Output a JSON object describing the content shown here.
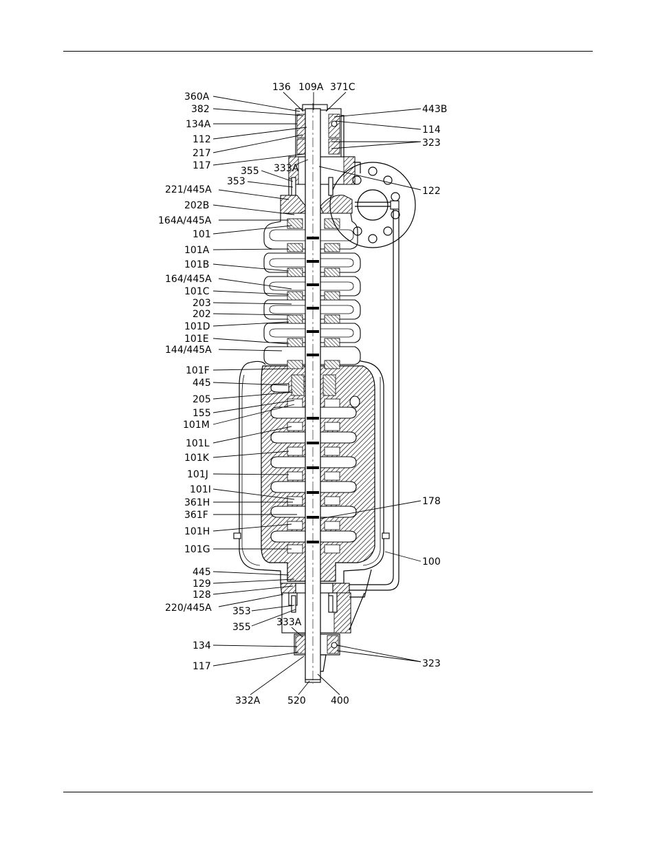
{
  "diagram": {
    "title": "",
    "callouts": [
      {
        "id": "c01",
        "text": "136"
      },
      {
        "id": "c02",
        "text": "109A"
      },
      {
        "id": "c03",
        "text": "371C"
      },
      {
        "id": "c04",
        "text": "360A"
      },
      {
        "id": "c05",
        "text": "382"
      },
      {
        "id": "c06",
        "text": "134A"
      },
      {
        "id": "c07",
        "text": "112"
      },
      {
        "id": "c08",
        "text": "217"
      },
      {
        "id": "c09",
        "text": "117"
      },
      {
        "id": "c10",
        "text": "443B"
      },
      {
        "id": "c11",
        "text": "114"
      },
      {
        "id": "c12",
        "text": "323"
      },
      {
        "id": "c13",
        "text": "333A"
      },
      {
        "id": "c14",
        "text": "355"
      },
      {
        "id": "c15",
        "text": "353"
      },
      {
        "id": "c16",
        "text": "122"
      },
      {
        "id": "c17",
        "text": "221/445A"
      },
      {
        "id": "c18",
        "text": "202B"
      },
      {
        "id": "c19",
        "text": "164A/445A"
      },
      {
        "id": "c20",
        "text": "101"
      },
      {
        "id": "c21",
        "text": "101A"
      },
      {
        "id": "c22",
        "text": "101B"
      },
      {
        "id": "c23",
        "text": "164/445A"
      },
      {
        "id": "c24",
        "text": "101C"
      },
      {
        "id": "c25",
        "text": "203"
      },
      {
        "id": "c26",
        "text": "202"
      },
      {
        "id": "c27",
        "text": "101D"
      },
      {
        "id": "c28",
        "text": "101E"
      },
      {
        "id": "c29",
        "text": "144/445A"
      },
      {
        "id": "c30",
        "text": "101F"
      },
      {
        "id": "c31",
        "text": "445"
      },
      {
        "id": "c32",
        "text": "205"
      },
      {
        "id": "c33",
        "text": "155"
      },
      {
        "id": "c34",
        "text": "101M"
      },
      {
        "id": "c35",
        "text": "101L"
      },
      {
        "id": "c36",
        "text": "101K"
      },
      {
        "id": "c37",
        "text": "101J"
      },
      {
        "id": "c38",
        "text": "101I"
      },
      {
        "id": "c39",
        "text": "361H"
      },
      {
        "id": "c40",
        "text": "361F"
      },
      {
        "id": "c41",
        "text": "101H"
      },
      {
        "id": "c42",
        "text": "101G"
      },
      {
        "id": "c43",
        "text": "178"
      },
      {
        "id": "c44",
        "text": "100"
      },
      {
        "id": "c45",
        "text": "445"
      },
      {
        "id": "c46",
        "text": "129"
      },
      {
        "id": "c47",
        "text": "128"
      },
      {
        "id": "c48",
        "text": "220/445A"
      },
      {
        "id": "c49",
        "text": "353"
      },
      {
        "id": "c50",
        "text": "355"
      },
      {
        "id": "c51",
        "text": "333A"
      },
      {
        "id": "c52",
        "text": "134"
      },
      {
        "id": "c53",
        "text": "117"
      },
      {
        "id": "c54",
        "text": "323"
      },
      {
        "id": "c55",
        "text": "332A"
      },
      {
        "id": "c56",
        "text": "520"
      },
      {
        "id": "c57",
        "text": "400"
      }
    ]
  }
}
